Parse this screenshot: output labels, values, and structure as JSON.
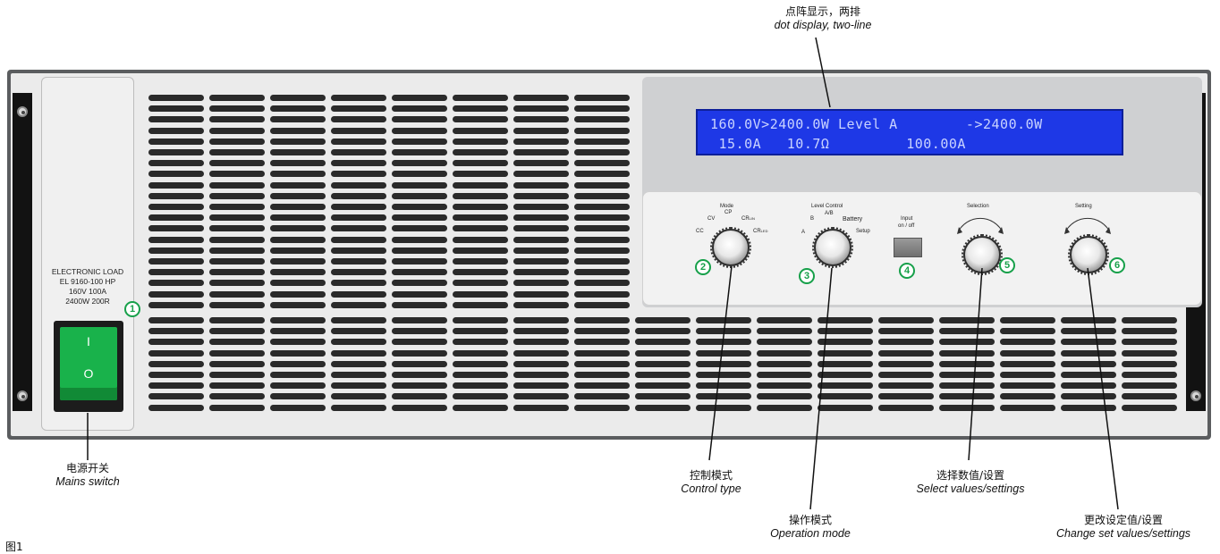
{
  "display_callout": {
    "zh": "点阵显示，两排",
    "en": "dot display, two-line"
  },
  "device": {
    "model_lines": [
      "ELECTRONIC LOAD",
      "EL 9160-100 HP",
      "160V 100A",
      "2400W 200R"
    ],
    "switch_on": "I",
    "switch_off": "O",
    "lcd_line1": "160.0V>2400.0W Level A        ->2400.0W",
    "lcd_line2": " 15.0A   10.7Ω         100.00A",
    "mode_title": "Mode",
    "mode_options": [
      "CC",
      "CV",
      "CP",
      "CR",
      "CR"
    ],
    "mode_subscripts": [
      "",
      "",
      "",
      "LIN",
      "LED"
    ],
    "level_title": "Level Control",
    "level_options": [
      "A",
      "B",
      "A/B",
      "Battery",
      "Setup"
    ],
    "input_title": "Input",
    "input_subtitle": "on / off",
    "selection_title": "Selection",
    "setting_title": "Setting",
    "badges": [
      "1",
      "2",
      "3",
      "4",
      "5",
      "6"
    ]
  },
  "callouts": {
    "mains_switch": {
      "zh": "电源开关",
      "en": "Mains switch"
    },
    "control_type": {
      "zh": "控制模式",
      "en": "Control type"
    },
    "operation_mode": {
      "zh": "操作模式",
      "en": "Operation mode"
    },
    "select_values": {
      "zh": "选择数值/设置",
      "en": "Select values/settings"
    },
    "change_values": {
      "zh": "更改设定值/设置",
      "en": "Change set values/settings"
    }
  },
  "figure_label": "图1",
  "colors": {
    "lcd_bg": "#1e38e6",
    "switch_green": "#19b24b",
    "badge_green": "#17a04a"
  }
}
